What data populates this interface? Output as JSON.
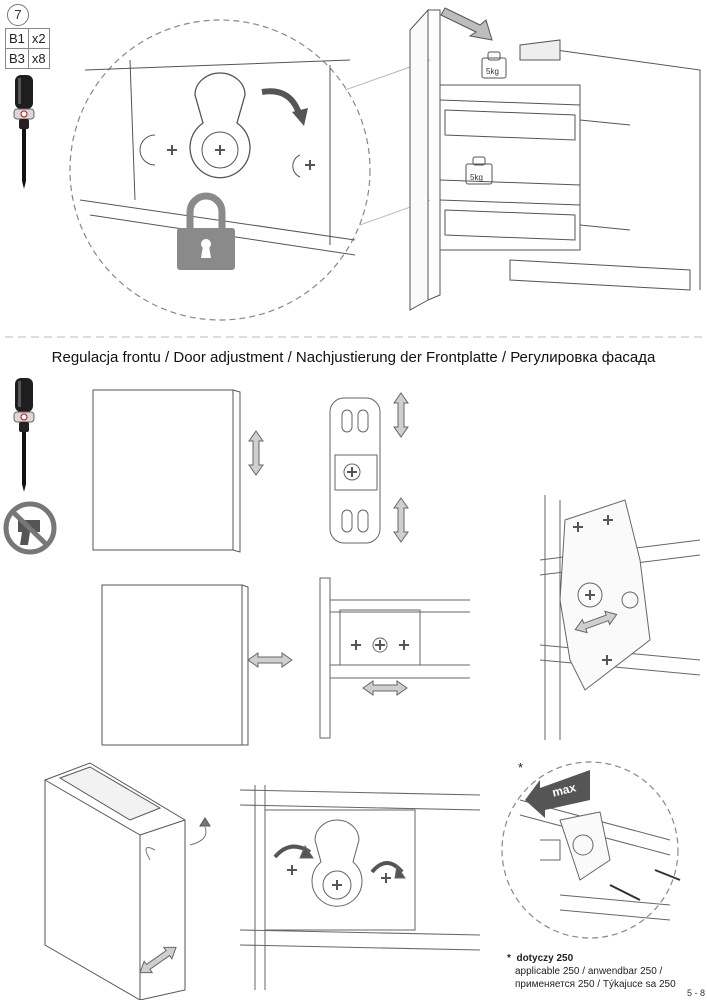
{
  "step": {
    "number": "7"
  },
  "parts": [
    {
      "code": "B1",
      "qty": "x2"
    },
    {
      "code": "B3",
      "qty": "x8"
    }
  ],
  "weights": {
    "top": "5kg",
    "bottom": "5kg"
  },
  "section_title": "Regulacja frontu / Door adjustment / Nachjustierung der Frontplatte / Регулировка фасада",
  "max_label": "max",
  "asterisk": "*",
  "footnote": {
    "marker": "*",
    "head": "dotyczy 250",
    "line2": "applicable 250 / anwendbar 250 /",
    "line3": "применяется 250 / Týkajuce sa 250"
  },
  "page_number": "5 - 8",
  "colors": {
    "line": "#555555",
    "dash": "#999999",
    "arrow_fill": "#bdbdbd",
    "lock": "#8a8a8a"
  },
  "icons": [
    "screwdriver-icon",
    "padlock-icon",
    "no-drill-icon",
    "arrow-icon"
  ]
}
